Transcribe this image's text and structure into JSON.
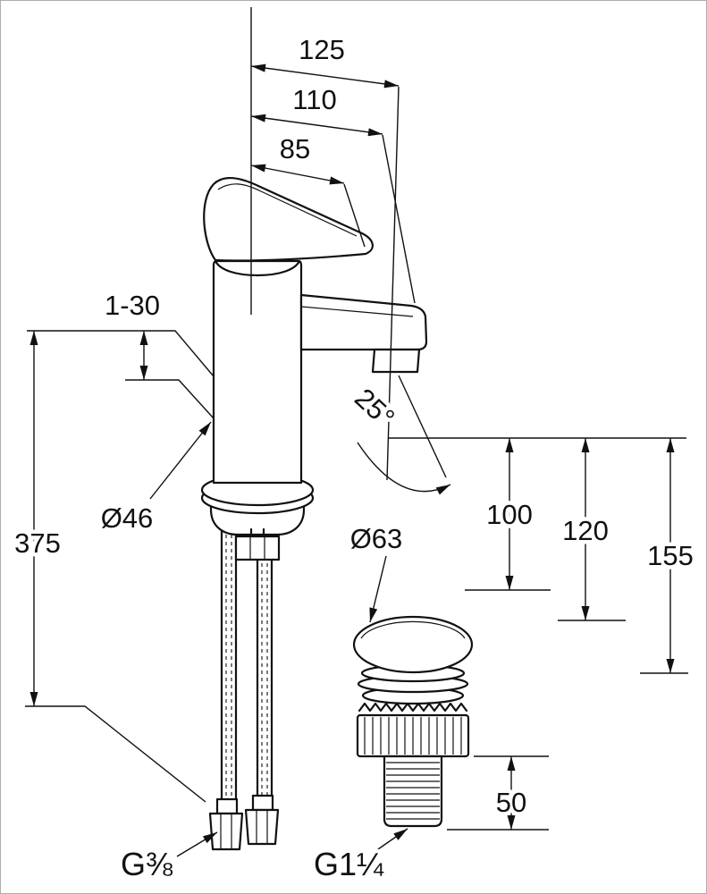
{
  "meta": {
    "units": "mm",
    "colors": {
      "line": "#111111",
      "background": "#ffffff",
      "border": "#adadad"
    }
  },
  "labels": {
    "reach_outer": "125",
    "reach_mid": "110",
    "reach_inner": "85",
    "deck_thickness": "1-30",
    "body_diameter": "Ø46",
    "supply_length": "375",
    "spray_angle": "25°",
    "height_a": "100",
    "height_b": "120",
    "height_c": "155",
    "waste_diameter": "Ø63",
    "waste_length": "50",
    "supply_thread": "G⅜",
    "waste_thread": "G1¼"
  }
}
